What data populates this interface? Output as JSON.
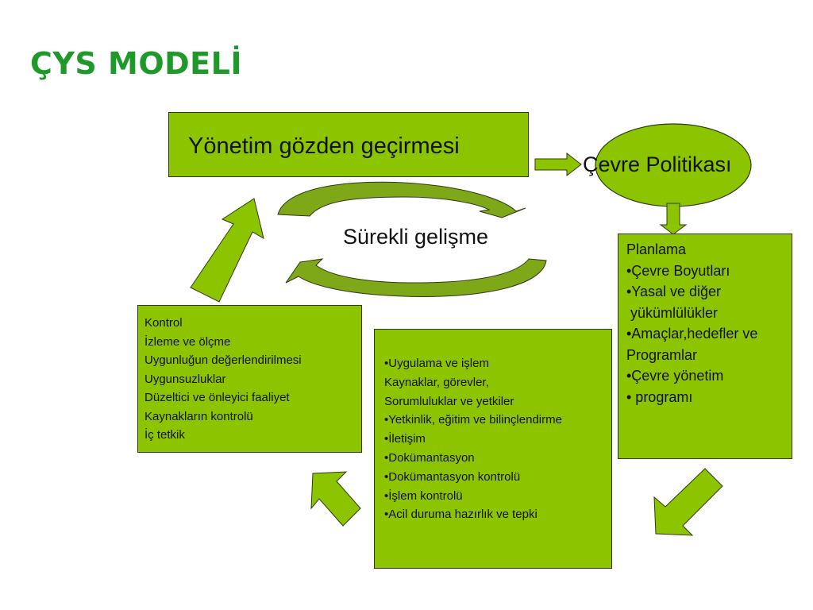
{
  "title": "ÇYS MODELİ",
  "review": {
    "label": "Yönetim gözden geçirmesi"
  },
  "policy": {
    "label": "Çevre Politikası"
  },
  "center": {
    "label": "Sürekli gelişme"
  },
  "planning": {
    "lines": [
      "Planlama",
      "•Çevre Boyutları",
      "•Yasal ve diğer",
      " yükümlülükler",
      "•Amaçlar,hedefler ve",
      "Programlar",
      "•Çevre yönetim",
      "• programı"
    ]
  },
  "implementation": {
    "lines": [
      "•Uygulama ve işlem",
      "Kaynaklar, görevler,",
      "Sorumluluklar ve yetkiler",
      "•Yetkinlik, eğitim ve bilinçlendirme",
      "•İletişim",
      "•Dokümantasyon",
      "•Dokümantasyon kontrolü",
      "•İşlem kontrolü",
      "•Acil duruma hazırlık ve tepki"
    ]
  },
  "checking": {
    "lines": [
      "Kontrol",
      "İzleme ve ölçme",
      "Uygunluğun değerlendirilmesi",
      "Uygunsuzluklar",
      "Düzeltici ve önleyici faaliyet",
      "Kaynakların kontrolü",
      "İç tetkik"
    ]
  },
  "colors": {
    "box_fill": "#8dc400",
    "title": "#1f9a2a",
    "arrow_dark": "#6f9a1a"
  }
}
